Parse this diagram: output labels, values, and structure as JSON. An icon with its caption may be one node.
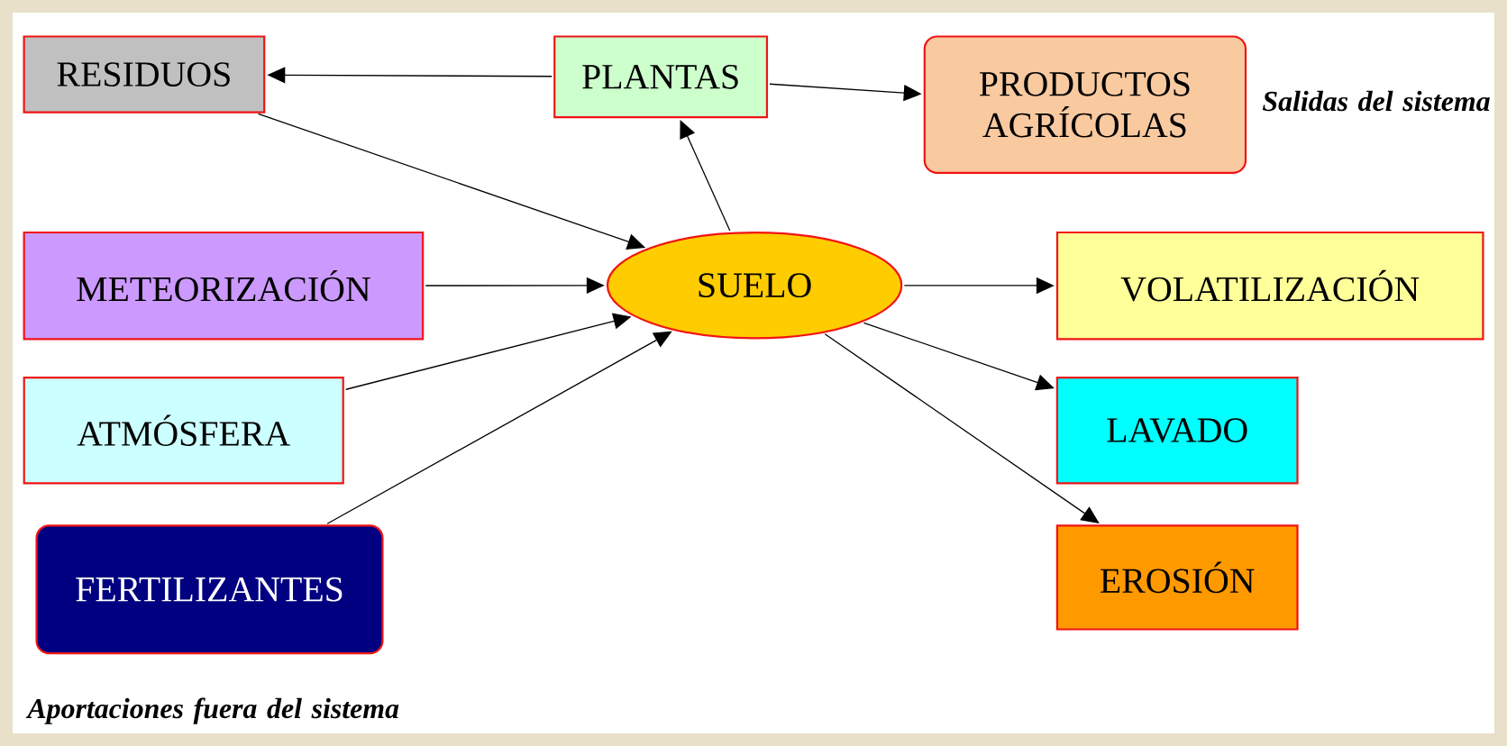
{
  "diagram": {
    "nodes": [
      {
        "text": [
          "RESIDUOS"
        ]
      },
      {
        "text": [
          "PLANTAS"
        ]
      },
      {
        "text": [
          "PRODUCTOS AGRÍCOLAS"
        ]
      },
      {
        "text": [
          "METEORIZACIÓN"
        ]
      },
      {
        "text": [
          "SUELO"
        ]
      },
      {
        "text": [
          "VOLATILIZACIÓN"
        ]
      },
      {
        "text": [
          "ATMÓSFERA"
        ]
      },
      {
        "text": [
          "LAVADO"
        ]
      },
      {
        "text": [
          "FERTILIZANTES"
        ]
      },
      {
        "text": [
          "EROSIÓN"
        ]
      }
    ],
    "edges": [
      {
        "from": 1,
        "to": 0,
        "arrow": "to"
      },
      {
        "from": 1,
        "to": 2,
        "arrow": "to"
      },
      {
        "from": 4,
        "to": 1,
        "arrow": "to"
      },
      {
        "from": 0,
        "to": 4,
        "arrow": "to"
      },
      {
        "from": 3,
        "to": 4,
        "arrow": "to"
      },
      {
        "from": 6,
        "to": 4,
        "arrow": "to"
      },
      {
        "from": 8,
        "to": 4,
        "arrow": "to"
      },
      {
        "from": 4,
        "to": 5,
        "arrow": "to"
      },
      {
        "from": 4,
        "to": 7,
        "arrow": "to"
      },
      {
        "from": 4,
        "to": 9,
        "arrow": "to"
      }
    ],
    "labels": [
      "Salidas del sistema",
      "Aportaciones fuera del sistema"
    ]
  }
}
